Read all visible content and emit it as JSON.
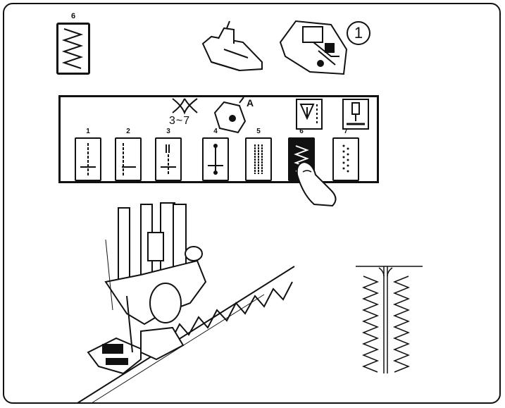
{
  "pattern_card": {
    "number": "6"
  },
  "callout": {
    "label": "1"
  },
  "panel": {
    "tension_range": "3~7",
    "presser_foot_letter": "A",
    "buttons": [
      {
        "number": "1"
      },
      {
        "number": "2"
      },
      {
        "number": "3"
      },
      {
        "number": "4"
      },
      {
        "number": "5"
      },
      {
        "number": "6",
        "selected": true
      },
      {
        "number": "7"
      }
    ]
  }
}
